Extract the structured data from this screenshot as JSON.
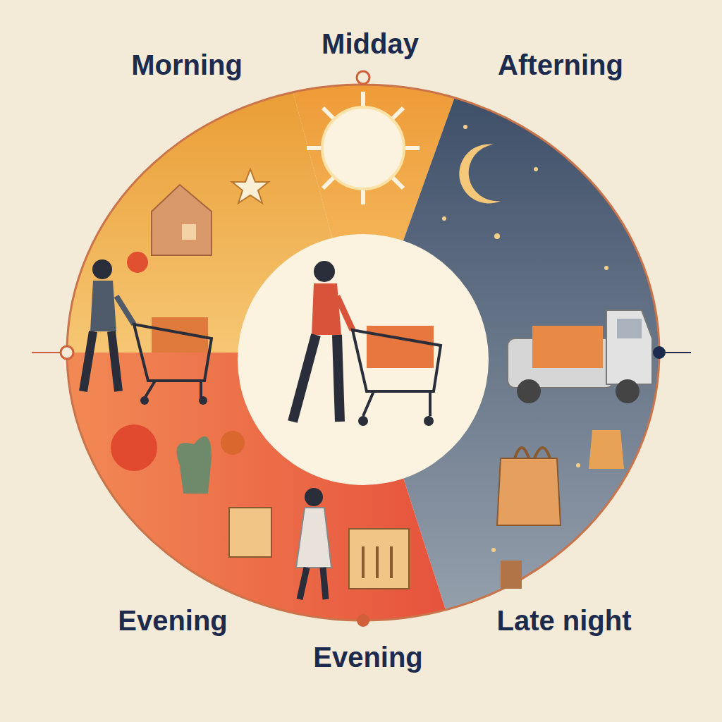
{
  "diagram": {
    "labels": [
      "Morning",
      "Midday",
      "Afterning",
      "Evening",
      "Evening",
      "Late night"
    ]
  }
}
